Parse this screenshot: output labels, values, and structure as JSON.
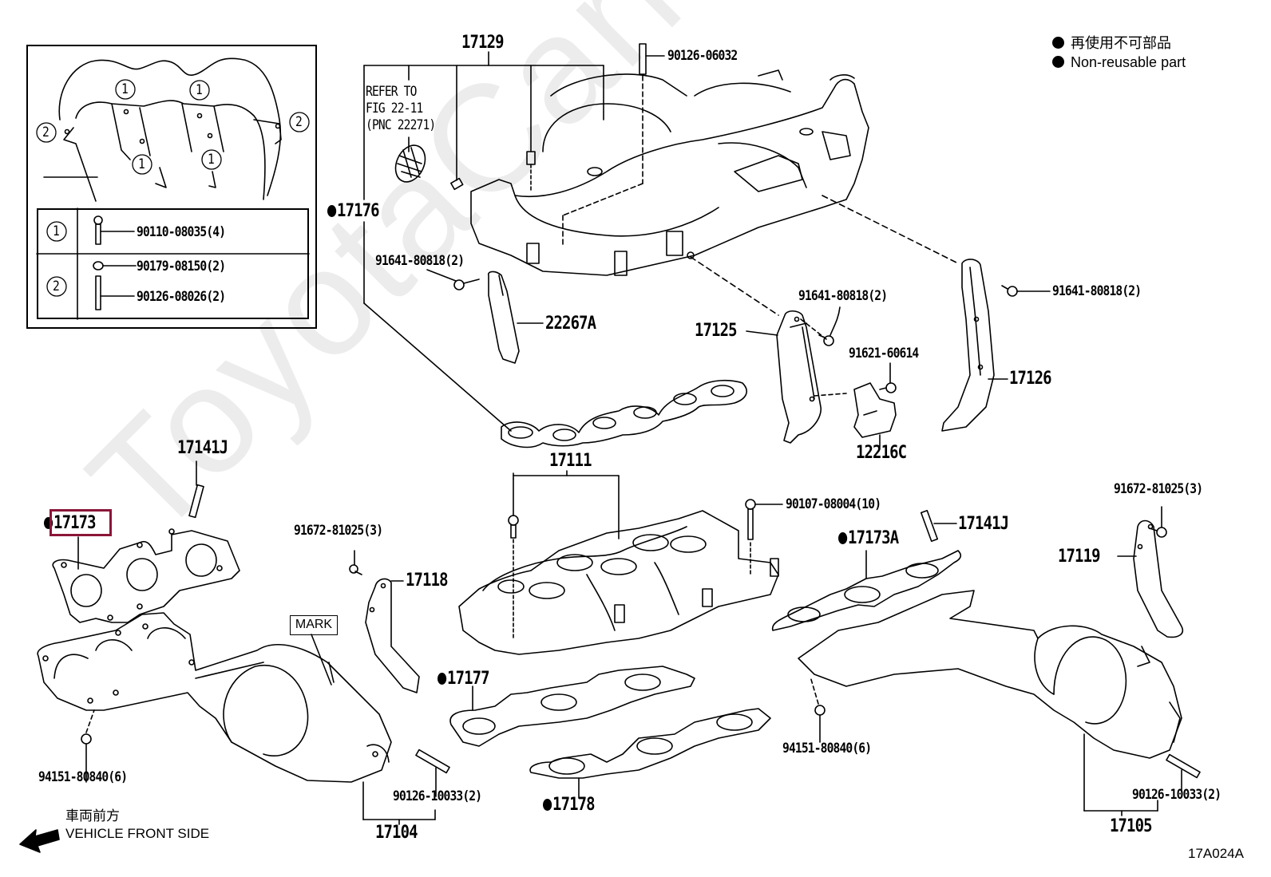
{
  "diagram": {
    "figure_id": "17A024A",
    "watermark": "ToyotaCarMine.ru",
    "legend": {
      "items": [
        {
          "symbol": "filled-circle",
          "text": "再使用不可部品"
        },
        {
          "symbol": "filled-circle",
          "text": "Non-reusable part"
        }
      ]
    },
    "front_indicator": {
      "jp": "車両前方",
      "en": "VEHICLE FRONT SIDE"
    },
    "mark_label": "MARK",
    "refer_note": {
      "line1": "REFER TO",
      "line2": "FIG 22-11",
      "line3": "(PNC 22271)"
    },
    "inset": {
      "callouts": [
        "1",
        "1",
        "1",
        "1",
        "2",
        "2"
      ],
      "table": [
        {
          "key": "1",
          "parts": [
            "90110-08035(4)"
          ]
        },
        {
          "key": "2",
          "parts": [
            "90179-08150(2)",
            "90126-08026(2)"
          ]
        }
      ]
    },
    "highlighted_part": "17173",
    "parts": [
      {
        "id": "p17129",
        "label": "17129",
        "non_reusable": false
      },
      {
        "id": "p90126-06032",
        "label": "90126-06032",
        "non_reusable": false
      },
      {
        "id": "p17176",
        "label": "17176",
        "non_reusable": true
      },
      {
        "id": "p91641-a",
        "label": "91641-80818(2)",
        "non_reusable": false
      },
      {
        "id": "p22267A",
        "label": "22267A",
        "non_reusable": false
      },
      {
        "id": "p91641-b",
        "label": "91641-80818(2)",
        "non_reusable": false
      },
      {
        "id": "p17125",
        "label": "17125",
        "non_reusable": false
      },
      {
        "id": "p91621",
        "label": "91621-60614",
        "non_reusable": false
      },
      {
        "id": "p12216C",
        "label": "12216C",
        "non_reusable": false
      },
      {
        "id": "p91641-c",
        "label": "91641-80818(2)",
        "non_reusable": false
      },
      {
        "id": "p17126",
        "label": "17126",
        "non_reusable": false
      },
      {
        "id": "p17141J-a",
        "label": "17141J",
        "non_reusable": false
      },
      {
        "id": "p17173",
        "label": "17173",
        "non_reusable": true
      },
      {
        "id": "p91672-a",
        "label": "91672-81025(3)",
        "non_reusable": false
      },
      {
        "id": "p17118",
        "label": "17118",
        "non_reusable": false
      },
      {
        "id": "p17111",
        "label": "17111",
        "non_reusable": false
      },
      {
        "id": "p90107",
        "label": "90107-08004(10)",
        "non_reusable": false
      },
      {
        "id": "p17141J-b",
        "label": "17141J",
        "non_reusable": false
      },
      {
        "id": "p17173A",
        "label": "17173A",
        "non_reusable": true
      },
      {
        "id": "p91672-b",
        "label": "91672-81025(3)",
        "non_reusable": false
      },
      {
        "id": "p17119",
        "label": "17119",
        "non_reusable": false
      },
      {
        "id": "p17177",
        "label": "17177",
        "non_reusable": true
      },
      {
        "id": "p17178",
        "label": "17178",
        "non_reusable": true
      },
      {
        "id": "p94151-a",
        "label": "94151-80840(6)",
        "non_reusable": false
      },
      {
        "id": "p94151-b",
        "label": "94151-80840(6)",
        "non_reusable": false
      },
      {
        "id": "p90126-a",
        "label": "90126-10033(2)",
        "non_reusable": false
      },
      {
        "id": "p90126-b",
        "label": "90126-10033(2)",
        "non_reusable": false
      },
      {
        "id": "p17104",
        "label": "17104",
        "non_reusable": false
      },
      {
        "id": "p17105",
        "label": "17105",
        "non_reusable": false
      }
    ],
    "colors": {
      "line": "#000000",
      "highlight": "#8b1538",
      "watermark": "#ececec"
    }
  }
}
